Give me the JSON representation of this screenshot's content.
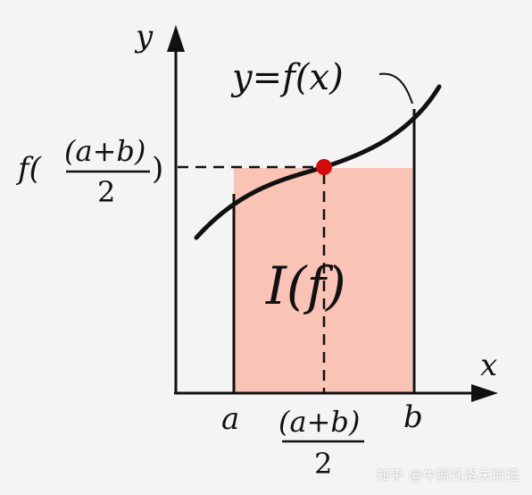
{
  "diagram": {
    "axis_x_label": "x",
    "axis_y_label": "y",
    "curve_label": "y=f(x)",
    "area_label": "I(f)",
    "tick_a": "a",
    "tick_b": "b",
    "midpoint_numerator": "(a+b)",
    "midpoint_denominator": "2",
    "fmid_prefix": "f(",
    "fmid_numerator": "(a+b)",
    "fmid_denominator": "2",
    "fmid_suffix": ")"
  },
  "colors": {
    "area_fill": "#f9c3b6",
    "midpoint_dot": "#d10a0a",
    "ink": "#111111"
  },
  "watermark": "知乎 @牛斯托洛夫斯坦"
}
